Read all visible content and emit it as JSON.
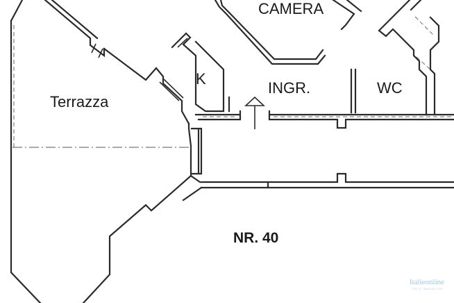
{
  "rooms": {
    "camera": "CAMERA",
    "kitchen": "K",
    "entrance": "INGR.",
    "bathroom": "WC",
    "terrace": "Terrazza"
  },
  "unit_number": "NR. 40",
  "watermark": {
    "brand": "Italieonline",
    "tagline": "ITALIE IMMOBILIER"
  },
  "colors": {
    "walls": "#2a2a2a",
    "background": "#ffffff",
    "watermark": "#3a8cc8"
  }
}
